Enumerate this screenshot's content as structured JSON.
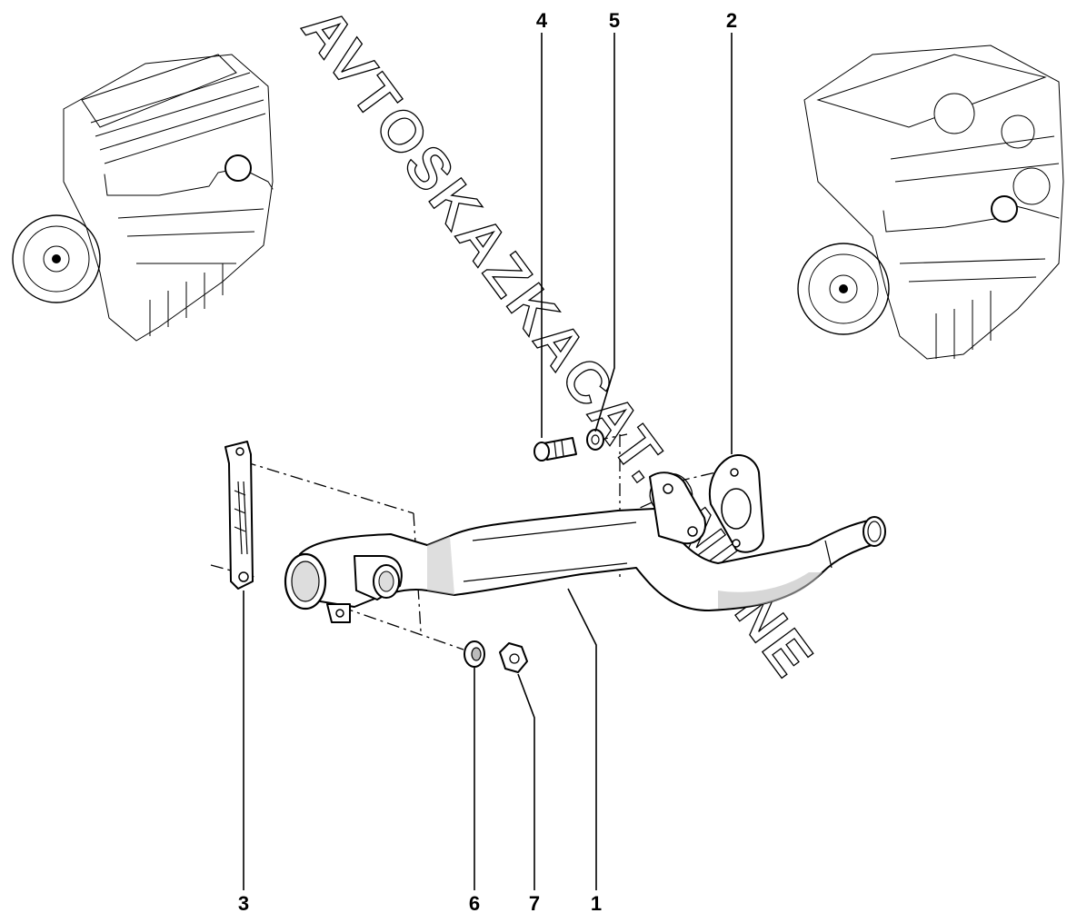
{
  "watermark": "AVTOSKAZKACAT.ONLINE",
  "callouts": {
    "c1": "1",
    "c2": "2",
    "c3": "3",
    "c4": "4",
    "c5": "5",
    "c6": "6",
    "c7": "7"
  },
  "colors": {
    "line": "#000000",
    "background": "#ffffff",
    "highlight": "#000000"
  }
}
